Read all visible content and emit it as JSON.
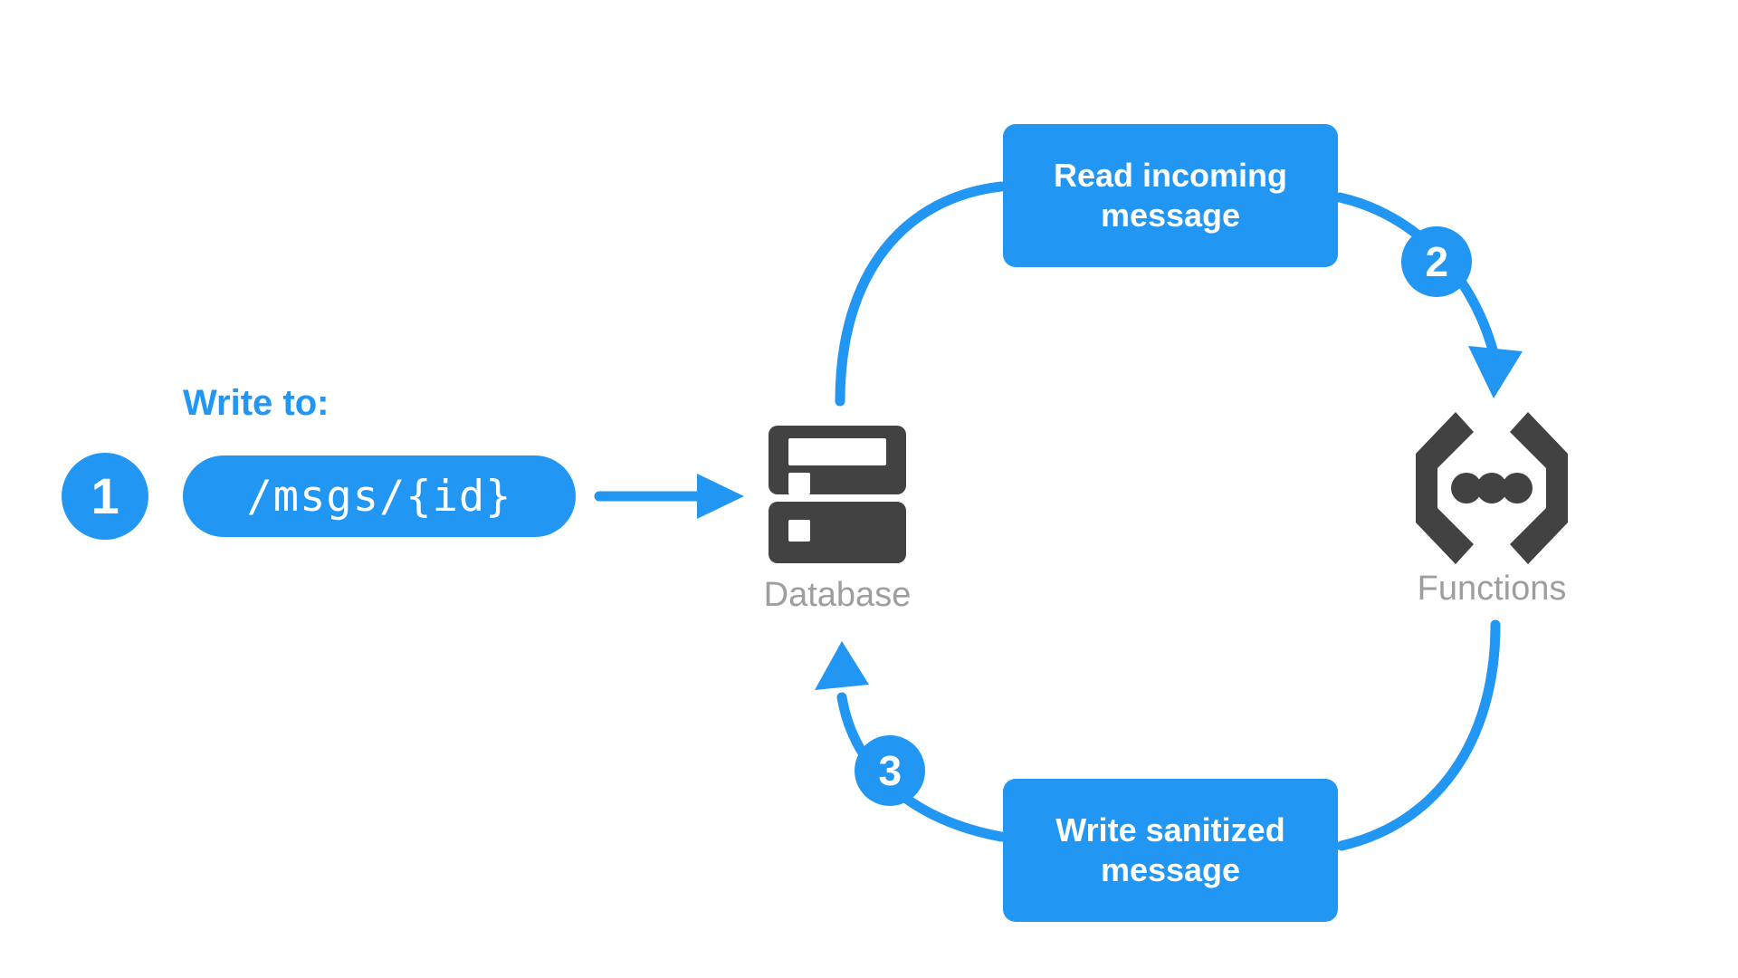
{
  "diagram": {
    "title": "Database to Functions message sanitization flow",
    "background_color": "#ffffff",
    "accent_color": "#2196f3",
    "icon_color": "#424242",
    "caption_color": "#9e9e9e"
  },
  "write_to": {
    "label": "Write to:",
    "path_value": "/msgs/{id}"
  },
  "steps": [
    {
      "number": "1"
    },
    {
      "number": "2"
    },
    {
      "number": "3"
    }
  ],
  "boxes": {
    "read": {
      "line1": "Read incoming",
      "line2": "message"
    },
    "write": {
      "line1": "Write sanitized",
      "line2": "message"
    }
  },
  "nodes": {
    "database": {
      "caption": "Database",
      "icon": "database-icon"
    },
    "functions": {
      "caption": "Functions",
      "icon": "functions-braces-icon"
    }
  },
  "connectors": [
    {
      "name": "pill-to-database",
      "style": "straight-arrow"
    },
    {
      "name": "database-to-read-box",
      "style": "curve"
    },
    {
      "name": "read-box-to-functions",
      "style": "curve-arrow"
    },
    {
      "name": "functions-to-write-box",
      "style": "curve"
    },
    {
      "name": "write-box-to-database",
      "style": "curve-arrow"
    }
  ]
}
